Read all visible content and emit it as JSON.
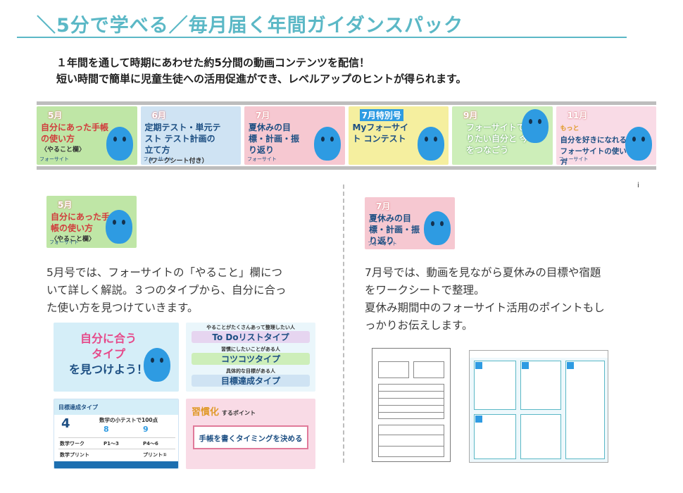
{
  "header": {
    "title": "＼5分で学べる／毎月届く年間ガイダンスパック",
    "intro_line1": "１年間を通して時期にあわせた約5分間の動画コンテンツを配信！",
    "intro_line2": "短い時間で簡単に児童生徒への活用促進ができ、レベルアップのヒントが得られます。"
  },
  "strip": {
    "items": [
      {
        "month": "5月",
        "title": "自分にあった手帳の使い方",
        "sub": "〈やること欄〉",
        "bg": "#bfe6a6"
      },
      {
        "month": "6月",
        "title": "定期テスト・単元テスト テスト計画の立て方",
        "sub": "（ワークシート付き）",
        "bg": "#cfe3f3"
      },
      {
        "month": "7月",
        "title": "夏休みの目標・計画・振り返り",
        "sub": "",
        "bg": "#f6c8d1"
      },
      {
        "month": "7月特別号",
        "title": "Myフォーサイト コンテスト",
        "sub": "",
        "bg": "#f5ef9f"
      },
      {
        "month": "9月",
        "title": "フォーサイトで なりたい自分と 今をつなごう",
        "sub": "",
        "bg": "#cdeeb9"
      },
      {
        "month": "11月",
        "title": "自分を好きになれる フォーサイトの使い方",
        "sub": "もっと",
        "bg": "#f9dbe6"
      }
    ],
    "logo": "フォーサイト"
  },
  "marker": "i",
  "left": {
    "thumb_month": "5月",
    "thumb_title": "自分にあった手帳の使い方",
    "thumb_sub": "〈やること欄〉",
    "thumb_logo": "フォーサイト",
    "desc_l1": "5月号では、フォーサイトの「やること」欄につ",
    "desc_l2": "いて詳しく解説。３つのタイプから、自分に合っ",
    "desc_l3": "た使い方を見つけていきます。",
    "panel1": {
      "l1": "自分に合う",
      "l2": "タイプ",
      "l3": "を見つけよう！"
    },
    "panel2": {
      "a_cap": "やることがたくさんあって整理したい人",
      "a": "To Doリストタイプ",
      "b_cap": "習慣にしたいことがある人",
      "b": "コツコツタイプ",
      "c_cap": "具体的な目標がある人",
      "c": "目標達成タイプ"
    },
    "panel3": {
      "head": "目標達成タイプ",
      "day1": "4",
      "day2": "8",
      "day3": "9",
      "goal": "数学の小テストで100点",
      "r1": "数学ワーク",
      "r1b": "P1～3",
      "r1c": "P4～6",
      "r2": "数学プリント",
      "r2c": "プリント①"
    },
    "panel4": {
      "tag": "習慣化",
      "tag2": "するポイント",
      "main": "手帳を書くタイミングを決める"
    }
  },
  "right": {
    "thumb_month": "7月",
    "thumb_title": "夏休みの目標・計画・振り返り",
    "thumb_logo": "フォーサイト",
    "desc_l1": "7月号では、動画を見ながら夏休みの目標や宿題",
    "desc_l2": "をワークシートで整理。",
    "desc_l3": "夏休み期間中のフォーサイト活用のポイントもし",
    "desc_l4": "っかりお伝えします。"
  }
}
